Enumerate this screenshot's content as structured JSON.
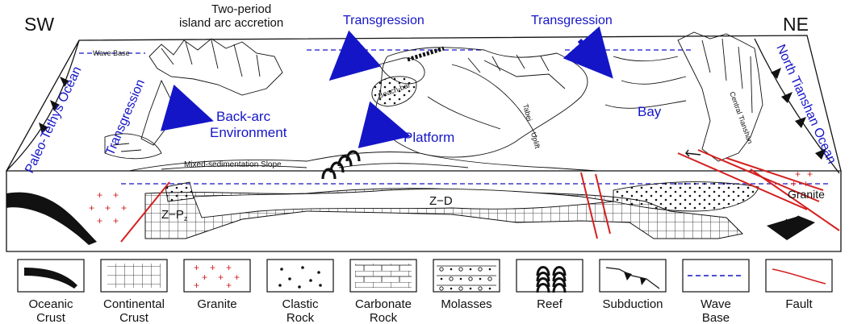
{
  "labels": {
    "sw": "SW",
    "ne": "NE",
    "two_period": "Two-period",
    "island_arc": "island arc accretion",
    "transgression_top_left": "Transgression",
    "transgression_top_right": "Transgression",
    "transgression_side": "Transgression",
    "wave_base": "Wave Base",
    "paleo_tethys": "Paleo-Tethys Ocean",
    "north_tianshan": "North Tianshan Ocean",
    "back_arc": "Back-arc",
    "environment": "Environment",
    "platform": "Platform",
    "bay": "Bay",
    "beach_bar": "Beach-bar",
    "tabei": "Tabei",
    "uplift": "Uplift",
    "central_tianshan": "Central Tianshan",
    "mixed_slope": "Mixed-sedimentation Slope",
    "z_pz": "Z−P",
    "z_pz_sub": "z",
    "z_d": "Z−D",
    "granite": "Granite"
  },
  "legend": [
    {
      "icon": "oceanic-crust-icon",
      "line1": "Oceanic",
      "line2": "Crust"
    },
    {
      "icon": "continental-crust-icon",
      "line1": "Continental",
      "line2": "Crust"
    },
    {
      "icon": "granite-icon",
      "line1": "Granite",
      "line2": ""
    },
    {
      "icon": "clastic-rock-icon",
      "line1": "Clastic",
      "line2": "Rock"
    },
    {
      "icon": "carbonate-rock-icon",
      "line1": "Carbonate",
      "line2": "Rock"
    },
    {
      "icon": "molasses-icon",
      "line1": "Molasses",
      "line2": ""
    },
    {
      "icon": "reef-icon",
      "line1": "Reef",
      "line2": ""
    },
    {
      "icon": "subduction-icon",
      "line1": "Subduction",
      "line2": ""
    },
    {
      "icon": "wave-base-icon",
      "line1": "Wave",
      "line2": "Base"
    },
    {
      "icon": "fault-icon",
      "line1": "Fault",
      "line2": ""
    }
  ],
  "colors": {
    "blue": "#1515c8",
    "red": "#d42020",
    "black": "#111111"
  }
}
